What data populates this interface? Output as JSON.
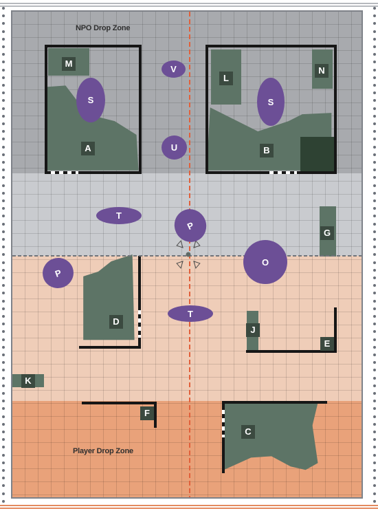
{
  "zones": {
    "npo_title": "NPO Drop Zone",
    "player_title": "Player Drop Zone"
  },
  "terrain_labels": {
    "A": "A",
    "B": "B",
    "C": "C",
    "D": "D",
    "E": "E",
    "F": "F",
    "G": "G",
    "J": "J",
    "K": "K",
    "L": "L",
    "M": "M",
    "N": "N"
  },
  "objective_labels": {
    "V": "V",
    "S1": "S",
    "S2": "S",
    "U": "U",
    "T1": "T",
    "P1": "P",
    "P2": "P",
    "O": "O",
    "T2": "T"
  },
  "colors": {
    "npo_zone": "#a8aaae",
    "midfield": "#c9cbcf",
    "player_half": "#efcdb8",
    "player_zone": "#e9a27a",
    "terrain": "#5d7466",
    "objective": "#6c4f96",
    "centre_line": "#e1603b"
  }
}
